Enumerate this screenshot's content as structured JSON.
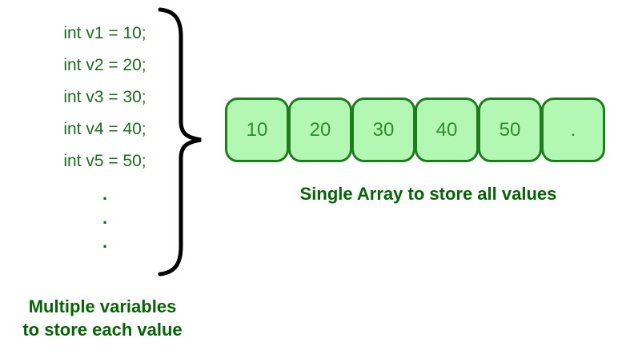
{
  "diagram": {
    "code_lines": [
      "int v1 = 10;",
      "int v2 = 20;",
      "int v3 = 30;",
      "int v4 = 40;",
      "int v5 = 50;"
    ],
    "dots": [
      ".",
      ".",
      "."
    ],
    "left_caption": [
      "Multiple variables",
      "to store each value"
    ],
    "array_cells": [
      "10",
      "20",
      "30",
      "40",
      "50",
      "."
    ],
    "right_caption": "Single Array to store all values",
    "colors": {
      "code_text": "#1a6e1a",
      "caption_text": "#066306",
      "cell_fill": "#b2f7b2",
      "cell_border": "#1e7d1e",
      "cell_text": "#2f8d2f",
      "brace": "#000000"
    }
  }
}
